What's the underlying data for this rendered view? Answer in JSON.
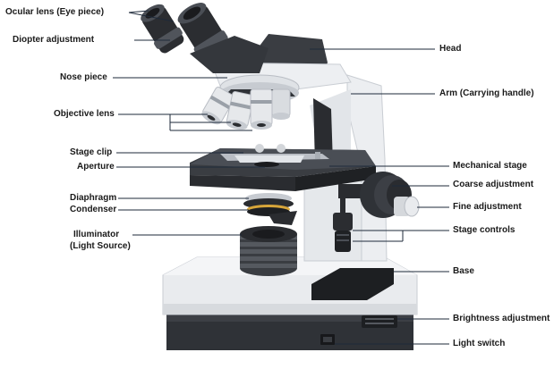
{
  "labels": {
    "ocular_lens": "Ocular lens (Eye piece)",
    "diopter_adjustment": "Diopter adjustment",
    "nose_piece": "Nose piece",
    "objective_lens": "Objective lens",
    "stage_clip": "Stage clip",
    "aperture": "Aperture",
    "diaphragm": "Diaphragm",
    "condenser": "Condenser",
    "illuminator_line1": "Illuminator",
    "illuminator_line2": "(Light Source)",
    "head": "Head",
    "arm": "Arm (Carrying handle)",
    "mechanical_stage": "Mechanical stage",
    "coarse_adjustment": "Coarse adjustment",
    "fine_adjustment": "Fine adjustment",
    "stage_controls": "Stage controls",
    "base": "Base",
    "brightness_adjustment": "Brightness adjustment",
    "light_switch": "Light switch"
  },
  "colors": {
    "body_light": "#e9ebee",
    "body_shadow": "#c9cdd3",
    "dark": "#2f3237",
    "darker": "#1d1f22",
    "leader": "#1e2a3a"
  }
}
